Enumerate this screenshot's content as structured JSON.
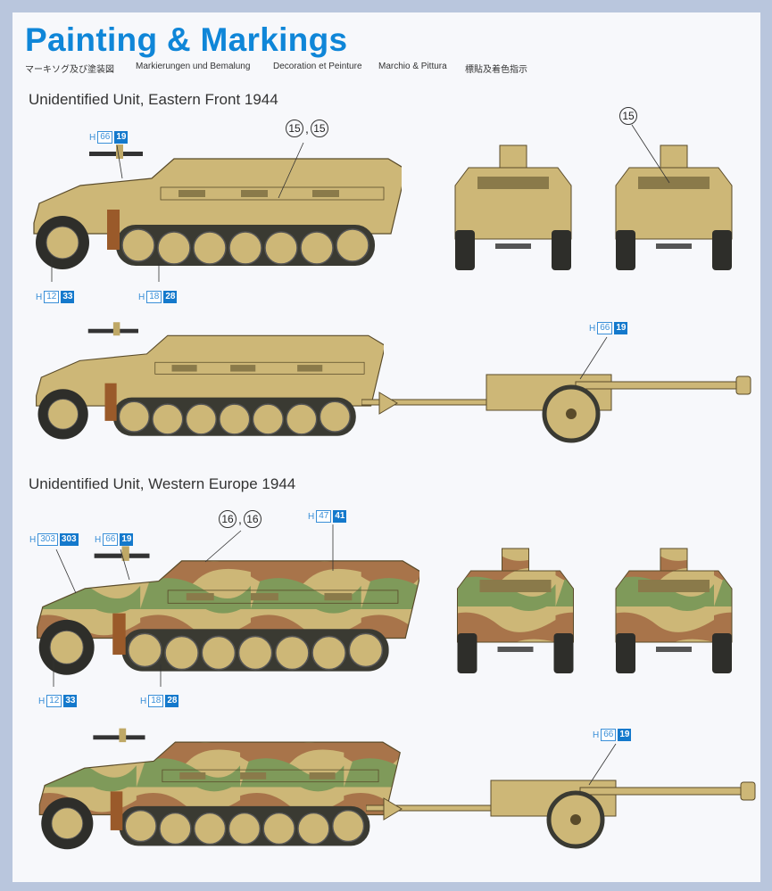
{
  "header": {
    "title": "Painting & Markings",
    "subtitles": [
      "マーキソグ及び塗装図",
      "Markierungen und Bemalung",
      "Decoration et Peinture",
      "Marchio & Pittura",
      "標貼及着色指示"
    ]
  },
  "sections": [
    {
      "title": "Unidentified Unit, Eastern Front 1944"
    },
    {
      "title": "Unidentified Unit, Western Europe 1944"
    }
  ],
  "paint_codes": [
    {
      "prefix": "H",
      "a": "66",
      "b": "19"
    },
    {
      "prefix": "H",
      "a": "12",
      "b": "33"
    },
    {
      "prefix": "H",
      "a": "18",
      "b": "28"
    },
    {
      "prefix": "H",
      "a": "66",
      "b": "19"
    },
    {
      "prefix": "H",
      "a": "303",
      "b": "303"
    },
    {
      "prefix": "H",
      "a": "66",
      "b": "19"
    },
    {
      "prefix": "H",
      "a": "47",
      "b": "41"
    },
    {
      "prefix": "H",
      "a": "12",
      "b": "33"
    },
    {
      "prefix": "H",
      "a": "18",
      "b": "28"
    },
    {
      "prefix": "H",
      "a": "66",
      "b": "19"
    }
  ],
  "decals": [
    {
      "a": "15",
      "sep": ",",
      "b": "15"
    },
    {
      "a": "15"
    },
    {
      "a": "16",
      "sep": ",",
      "b": "16"
    }
  ],
  "colors": {
    "accent": "#0f86d8",
    "sand": "#cdb777",
    "green": "#7f9a5a",
    "brown": "#a8744a"
  }
}
